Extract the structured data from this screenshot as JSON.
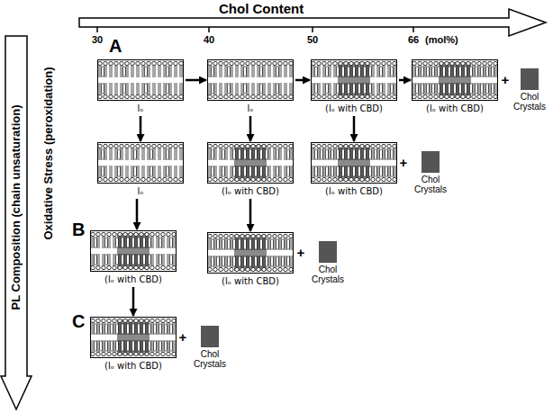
{
  "diagram": {
    "nodes": [
      {
        "text": [
          "A"
        ]
      },
      {
        "text": [
          "lₒ"
        ],
        "in": 0
      },
      {
        "text": [
          "lₒ"
        ],
        "in": 0
      },
      {
        "text": [
          "(lₒ with CBD)"
        ],
        "in": 0
      },
      {
        "text": [
          "(lₒ with CBD)"
        ],
        "in": 0
      },
      {
        "text": [
          "Chol Crystals"
        ],
        "in": 0
      },
      {
        "text": [
          "lₒ"
        ]
      },
      {
        "text": [
          "(lₒ with CBD)"
        ]
      },
      {
        "text": [
          "(lₒ with CBD)"
        ]
      },
      {
        "text": [
          "Chol Crystals"
        ]
      },
      {
        "text": [
          "B"
        ]
      },
      {
        "text": [
          "(lₒ with CBD)"
        ],
        "in": 10
      },
      {
        "text": [
          "(lₒ with CBD)"
        ]
      },
      {
        "text": [
          "Chol Crystals"
        ]
      },
      {
        "text": [
          "C"
        ]
      },
      {
        "text": [
          "(lₒ with CBD)"
        ],
        "in": 14
      },
      {
        "text": [
          "Chol Crystals"
        ],
        "in": 14
      }
    ],
    "edges": [
      {
        "from": 1,
        "to": 2,
        "arrow": "to"
      },
      {
        "from": 2,
        "to": 3,
        "arrow": "to"
      },
      {
        "from": 3,
        "to": 4,
        "arrow": "to"
      },
      {
        "from": 1,
        "to": 6,
        "arrow": "to"
      },
      {
        "from": 2,
        "to": 7,
        "arrow": "to"
      },
      {
        "from": 3,
        "to": 8,
        "arrow": "to"
      },
      {
        "from": 6,
        "to": 11,
        "arrow": "to"
      },
      {
        "from": 7,
        "to": 12,
        "arrow": "to"
      },
      {
        "from": 11,
        "to": 15,
        "arrow": "to"
      }
    ],
    "labels": [
      "Chol Content",
      "30",
      "40",
      "50",
      "66",
      "(mol%)",
      "PL Composition (chain unsaturation)",
      "Oxidative Stress (peroxidation)",
      "+",
      "+",
      "+",
      "+"
    ]
  }
}
